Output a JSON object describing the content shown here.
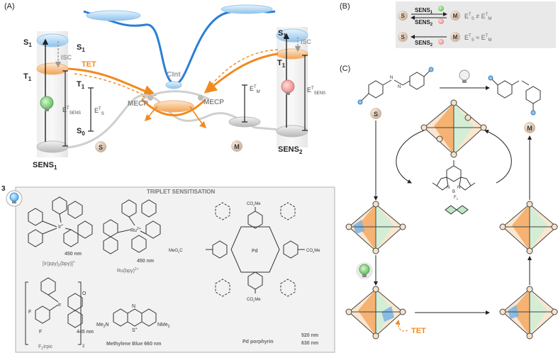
{
  "panels": {
    "a": "(A)",
    "b": "(B)",
    "c": "(C)"
  },
  "panel_a": {
    "s1_left": "S",
    "s1_left_sub": "1",
    "s1_mid": "S",
    "s1_mid_sub": "1",
    "isc_left": "ISC",
    "tet": "TET",
    "t1_left": "T",
    "t1_left_sub": "1",
    "t1_mid": "T",
    "t1_mid_sub": "1",
    "et_sens_left": "E",
    "et_sens_left_sup": "T",
    "et_sens_left_sub": "SENS",
    "et_s": "E",
    "et_s_sup": "T",
    "et_s_sub": "S",
    "s0": "S",
    "s0_sub": "0",
    "sens1": "SENS",
    "sens1_sub": "1",
    "s_badge": "S",
    "cint": "CInt",
    "mecp_left": "MECP",
    "mecp_right": "MECP",
    "s1_right": "S",
    "s1_right_sub": "1",
    "isc_right": "ISC",
    "t1_right": "T",
    "t1_right_sub": "1",
    "et_m": "E",
    "et_m_sup": "T",
    "et_m_sub": "M",
    "et_sens_right": "E",
    "et_sens_right_sup": "T",
    "et_sens_right_sub": "SENS",
    "m_badge": "M",
    "sens2": "SENS",
    "sens2_sub": "2"
  },
  "panel_b": {
    "row1_left": "S",
    "row1_top": "SENS",
    "row1_top_sub": "1",
    "row1_bottom": "SENS",
    "row1_bottom_sub": "2",
    "row1_right": "M",
    "row1_eq": "E",
    "row1_eq_sup1": "T",
    "row1_eq_sub1": "S",
    "row1_eq_op": " ≠ E",
    "row1_eq_sup2": "T",
    "row1_eq_sub2": "M",
    "row2_left": "S",
    "row2_label": "SENS",
    "row2_label_sub": "2",
    "row2_right": "M",
    "row2_eq": "E",
    "row2_eq_sup1": "T",
    "row2_eq_sub1": "S",
    "row2_eq_op": " ≈ E",
    "row2_eq_sup2": "T",
    "row2_eq_sub2": "M"
  },
  "panel_c": {
    "s_badge": "S",
    "m_badge": "M",
    "tet": "TET",
    "bodipy_n1": "N",
    "bodipy_n2": "N",
    "bodipy_b": "B",
    "bodipy_f2": "F",
    "bodipy_f2_sub": "2"
  },
  "triplet": {
    "step": "3",
    "title": "TRIPLET SENSITISATION",
    "ir_label": "[Ir(ppy)",
    "ir_sub": "2",
    "ir_label2": "(bpy)]",
    "ir_sup": "+",
    "ir_nm": "450 nm",
    "ir_metal": "Ir",
    "ir_metal_sup": "+",
    "ru_label": "Ru(bpy)",
    "ru_sup": "2+",
    "ru_nm": "450 nm",
    "ru_metal": "Ru",
    "ru_metal_sup": "2+",
    "f2_label": "F",
    "f2_sub": "2",
    "f2_label2": "Irpic",
    "f2_nm": "445 nm",
    "f2_metal": "Ir",
    "f_top": "F",
    "f_bottom": "F",
    "f2_bracket_sub": "2",
    "mb_label": "Methylene Blue 660 nm",
    "mb_left": "Me",
    "mb_left_sub": "2",
    "mb_left_n": "N",
    "mb_right": "NMe",
    "mb_right_sub": "2",
    "mb_s": "S",
    "mb_s_sup": "+",
    "mb_n": "N",
    "pd_label": "Pd porphyrin",
    "pd_nm1": "520 nm",
    "pd_nm2": "630 nm",
    "pd_metal": "Pd",
    "co2me_top": "CO",
    "co2me_top_sub": "2",
    "co2me_top_end": "Me",
    "co2me_left": "MeO",
    "co2me_left_sub": "2",
    "co2me_left_end": "C",
    "co2me_right": "CO",
    "co2me_right_sub": "2",
    "co2me_right_end": "Me",
    "co2me_bottom": "CO",
    "co2me_bottom_sub": "2",
    "co2me_bottom_end": "Me",
    "n": "N",
    "o": "O"
  },
  "colors": {
    "blue_curve": "#2a7fd4",
    "orange": "#f08a1f",
    "grey_curve": "#c8c8c8",
    "badge": "#d8c4b0",
    "green_bulb": "#6ccf6a",
    "pink_bulb": "#f29a9a",
    "light_blue": "#9fd0f0",
    "cage_orange": "#f4a55a",
    "cage_green": "#bfe8c8",
    "cage_blue": "#7db6e6"
  }
}
